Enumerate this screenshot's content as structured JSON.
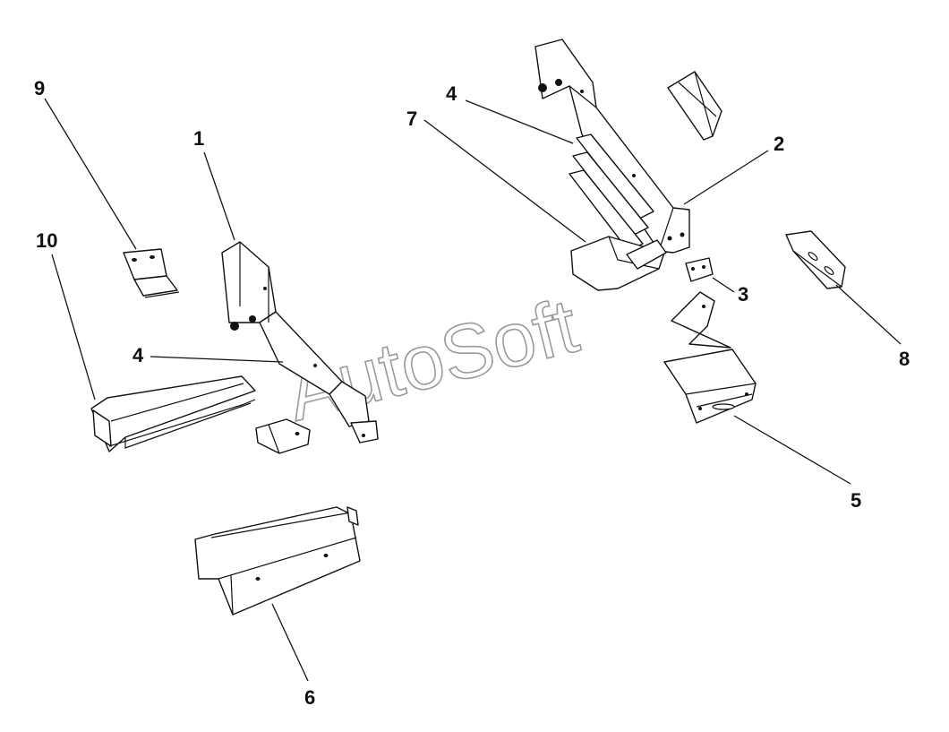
{
  "diagram": {
    "watermark": "AutoSoft",
    "callouts": [
      {
        "id": "1",
        "label": "1"
      },
      {
        "id": "2",
        "label": "2"
      },
      {
        "id": "3",
        "label": "3"
      },
      {
        "id": "4a",
        "label": "4"
      },
      {
        "id": "4b",
        "label": "4"
      },
      {
        "id": "5",
        "label": "5"
      },
      {
        "id": "6",
        "label": "6"
      },
      {
        "id": "7",
        "label": "7"
      },
      {
        "id": "8",
        "label": "8"
      },
      {
        "id": "9",
        "label": "9"
      },
      {
        "id": "10",
        "label": "10"
      }
    ]
  }
}
